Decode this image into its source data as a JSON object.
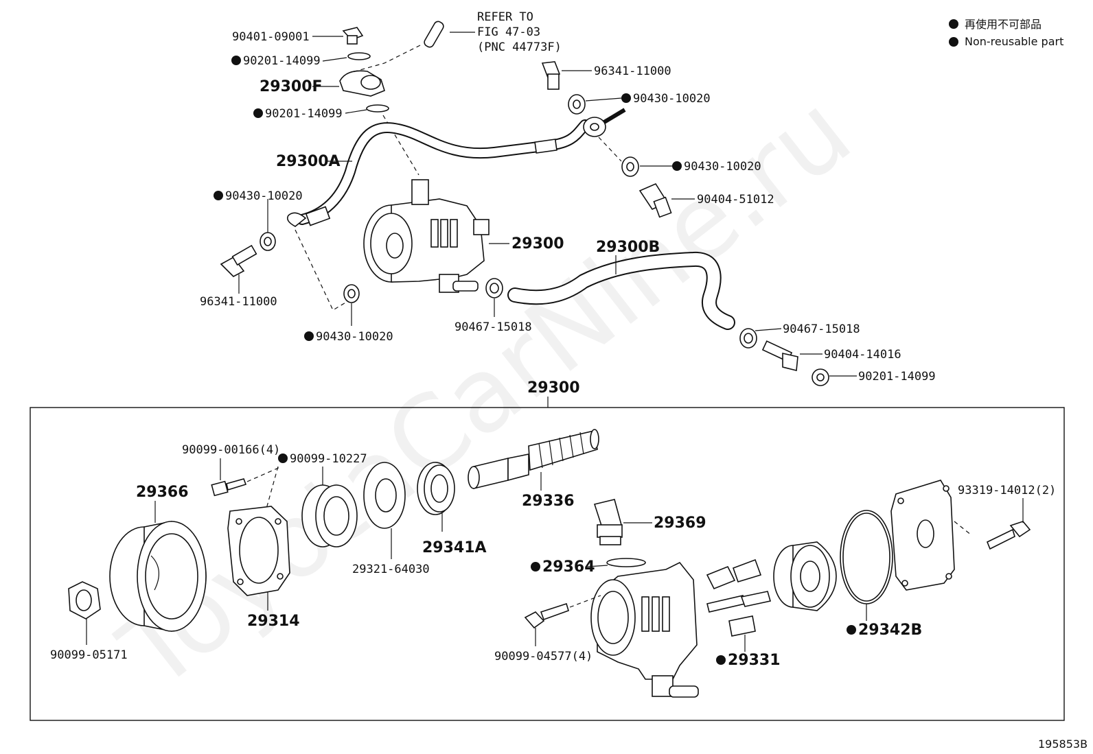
{
  "legend": {
    "japanese": "再使用不可部品",
    "english": "Non-reusable part",
    "color": "#111111"
  },
  "note": {
    "line1": "REFER TO",
    "line2": "FIG 47-03",
    "line3": "(PNC 44773F)"
  },
  "figure_id": "195853B",
  "watermark": "ToyotaCarNine.ru",
  "box_title": "29300",
  "labels": {
    "p1": "90401-09001",
    "p2": "90201-14099",
    "p3": "29300F",
    "p4": "90201-14099",
    "p5": "29300A",
    "p6": "90430-10020",
    "p7": "96341-11000",
    "p8": "90430-10020",
    "p9": "90430-10020",
    "p10": "90404-51012",
    "p11": "29300",
    "p12": "29300B",
    "p13": "96341-11000",
    "p14": "90430-10020",
    "p15": "90467-15018",
    "p16": "90467-15018",
    "p17": "90404-14016",
    "p18": "90201-14099",
    "p19": "90099-00166(4)",
    "p20": "90099-10227",
    "p21": "29366",
    "p22": "29336",
    "p23": "29369",
    "p24": "29341A",
    "p25": "29321-64030",
    "p26": "29314",
    "p27": "29364",
    "p28": "93319-14012(2)",
    "p29": "90099-05171",
    "p30": "90099-04577(4)",
    "p31": "29331",
    "p32": "29342B"
  }
}
